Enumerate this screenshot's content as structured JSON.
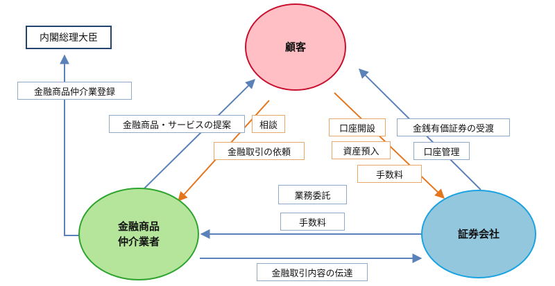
{
  "nodes": {
    "customer": "顧客",
    "intermediary": "金融商品\n仲介業者",
    "securities": "証券会社",
    "prime_minister": "内閣総理大臣"
  },
  "labels": {
    "registration": "金融商品仲介業登録",
    "proposal": "金融商品・サービスの提案",
    "consultation": "相談",
    "request": "金融取引の依頼",
    "account_opening": "口座開設",
    "asset_deposit": "資産預入",
    "fee_to_securities": "手数料",
    "money_delivery": "金銭有価証券の受渡",
    "account_management": "口座管理",
    "business_entrustment": "業務委託",
    "fee_to_intermediary": "手数料",
    "transaction_report": "金融取引内容の伝達"
  },
  "colors": {
    "customer_fill": "#ffbfc4",
    "customer_stroke": "#c8102e",
    "intermediary_fill": "#b4e59b",
    "intermediary_stroke": "#2fa42f",
    "securities_fill": "#92c7dd",
    "securities_stroke": "#1aa3e0",
    "blue_arrow": "#5b82b8",
    "orange_arrow": "#e4761e"
  }
}
